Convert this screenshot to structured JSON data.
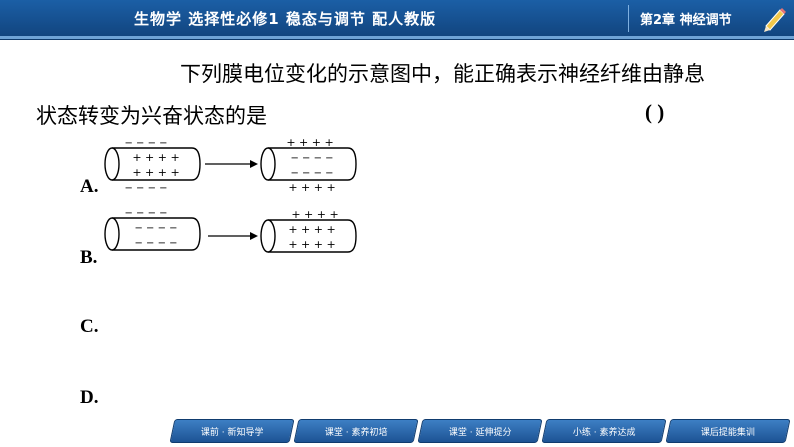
{
  "header": {
    "course": "生物学   选择性必修1   稳态与调节   配人教版",
    "chapter": "第2章    神经调节"
  },
  "question": {
    "line1": "下列膜电位变化的示意图中，能正确表示神经纤维由静息",
    "line2": "状态转变为兴奋状态的是",
    "paren": "(      )"
  },
  "options": [
    "A.",
    "B.",
    "C.",
    "D."
  ],
  "figure": {
    "a_left_top": "− − − −",
    "a_left_mid1": "+ + + +",
    "a_left_mid2": "+ + + +",
    "a_left_bot": "− − − −",
    "a_right_top": "+ + + +",
    "a_right_mid1": "− − − −",
    "a_right_mid2": "− − − −",
    "a_right_bot": "+ + + +",
    "b_left_top": "− − − −",
    "b_left_mid1": "− − − −",
    "b_left_mid2": "− − − −",
    "b_right_top": "+ + + +",
    "b_right_mid1": "+ + + +",
    "b_right_mid2": "+ + + +"
  },
  "nav": [
    "课前 · 新知导学",
    "课堂 · 素养初培",
    "课堂 · 延伸提分",
    "小练 · 素养达成",
    "课后提能集训"
  ],
  "colors": {
    "header": "#1b5fa6",
    "nav": "#2a67ad"
  }
}
